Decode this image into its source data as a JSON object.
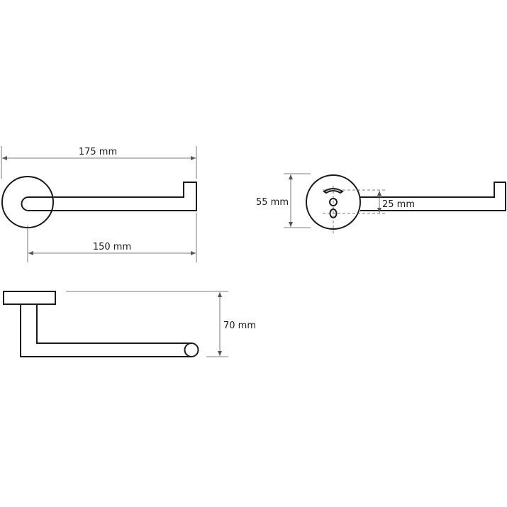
{
  "dimensions": {
    "top_width": "175 mm",
    "top_inner_width": "150 mm",
    "side_height": "55 mm",
    "side_inner_height": "25 mm",
    "bottom_depth": "70 mm"
  }
}
